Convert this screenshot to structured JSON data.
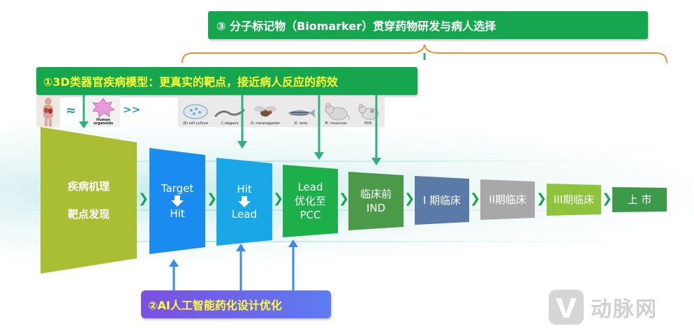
{
  "banners": {
    "biomarker": "③ 分子标记物（Biomarker）贯穿药物研发与病人选择",
    "model_3d": "①3D类器官疾病模型：更真实的靶点，接近病人反应的药效",
    "ai": "②AI人工智能药化设计优化"
  },
  "models": {
    "approx_symbol": "≈",
    "greater_symbol": ">>",
    "human_organoids": "Human organoids",
    "items": [
      "2D cell culture",
      "C.elegans",
      "D. melanogaster",
      "D. rerio",
      "M. musculus",
      "PDX"
    ]
  },
  "stages": {
    "disease": [
      "疾病机理",
      "靶点发现"
    ],
    "target": {
      "top": "Target",
      "bottom": "Hit"
    },
    "hit": {
      "top": "Hit",
      "bottom": "Lead"
    },
    "lead": [
      "Lead",
      "优化至",
      "PCC"
    ],
    "preclinical": [
      "临床前",
      "IND"
    ],
    "phase1": "I 期临床",
    "phase2": "II期临床",
    "phase3": "III期临床",
    "market": "上 市"
  },
  "chevron": "❯",
  "logo": {
    "text": "动脉网"
  },
  "colors": {
    "banner_green": "#16a650",
    "banner_text_yellow": "#ffff33",
    "disease": "#a9be32",
    "target": "#1a8cf0",
    "hit": "#1aa7e8",
    "lead": "#1db04a",
    "preclinical": "#4a9a4a",
    "phase1": "#5a7aa8",
    "phase2": "#a8a8a8",
    "phase3": "#8ec43c",
    "market": "#3d9a4a",
    "arrow_green": "#2fb27a",
    "arrow_blue": "#3e8be6",
    "brace_orange": "#f08a3c"
  }
}
